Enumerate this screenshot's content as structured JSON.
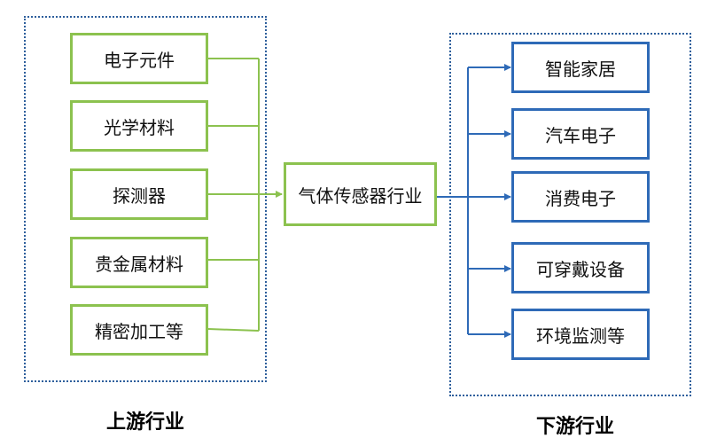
{
  "upstream": {
    "caption": "上游行业",
    "items": [
      "电子元件",
      "光学材料",
      "探测器",
      "贵金属材料",
      "精密加工等"
    ]
  },
  "center": {
    "label": "气体传感器行业"
  },
  "downstream": {
    "caption": "下游行业",
    "items": [
      "智能家居",
      "汽车电子",
      "消费电子",
      "可穿戴设备",
      "环境监测等"
    ]
  },
  "colors": {
    "green": "#8cc24f",
    "blue": "#2e6ab7",
    "dotted_border": "#2e5f9c"
  }
}
